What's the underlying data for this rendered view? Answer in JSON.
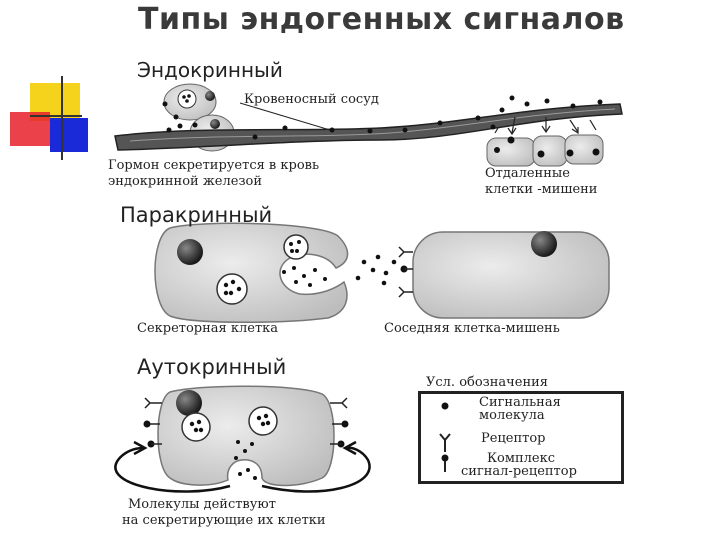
{
  "title": "Типы эндогенных сигналов",
  "sections": {
    "endocrine": {
      "heading": "Эндокринный",
      "vessel_label": "Кровеносный сосуд",
      "caption_line1": "Гормон секретируется в кровь",
      "caption_line2": "эндокринной железой",
      "targets_line1": "Отдаленные",
      "targets_line2": "клетки -мишени"
    },
    "paracrine": {
      "heading": "Паракринный",
      "secretory_label": "Секреторная клетка",
      "neighbor_label": "Соседняя клетка-мишень"
    },
    "autocrine": {
      "heading": "Аутокринный",
      "caption_line1": "Молекулы действуют",
      "caption_line2": "на секретирующие их клетки"
    }
  },
  "legend": {
    "title": "Усл. обозначения",
    "signal_line1": "Сигнальная",
    "signal_line2": "молекула",
    "receptor": "Рецептор",
    "complex_line1": "Комплекс",
    "complex_line2": "сигнал-рецептор"
  },
  "colors": {
    "deco_yellow": "#f5d21c",
    "deco_red": "#e8202a",
    "deco_blue": "#1a2ad8",
    "cell_fill": "#d4d4d4",
    "vessel_fill": "#555555"
  }
}
